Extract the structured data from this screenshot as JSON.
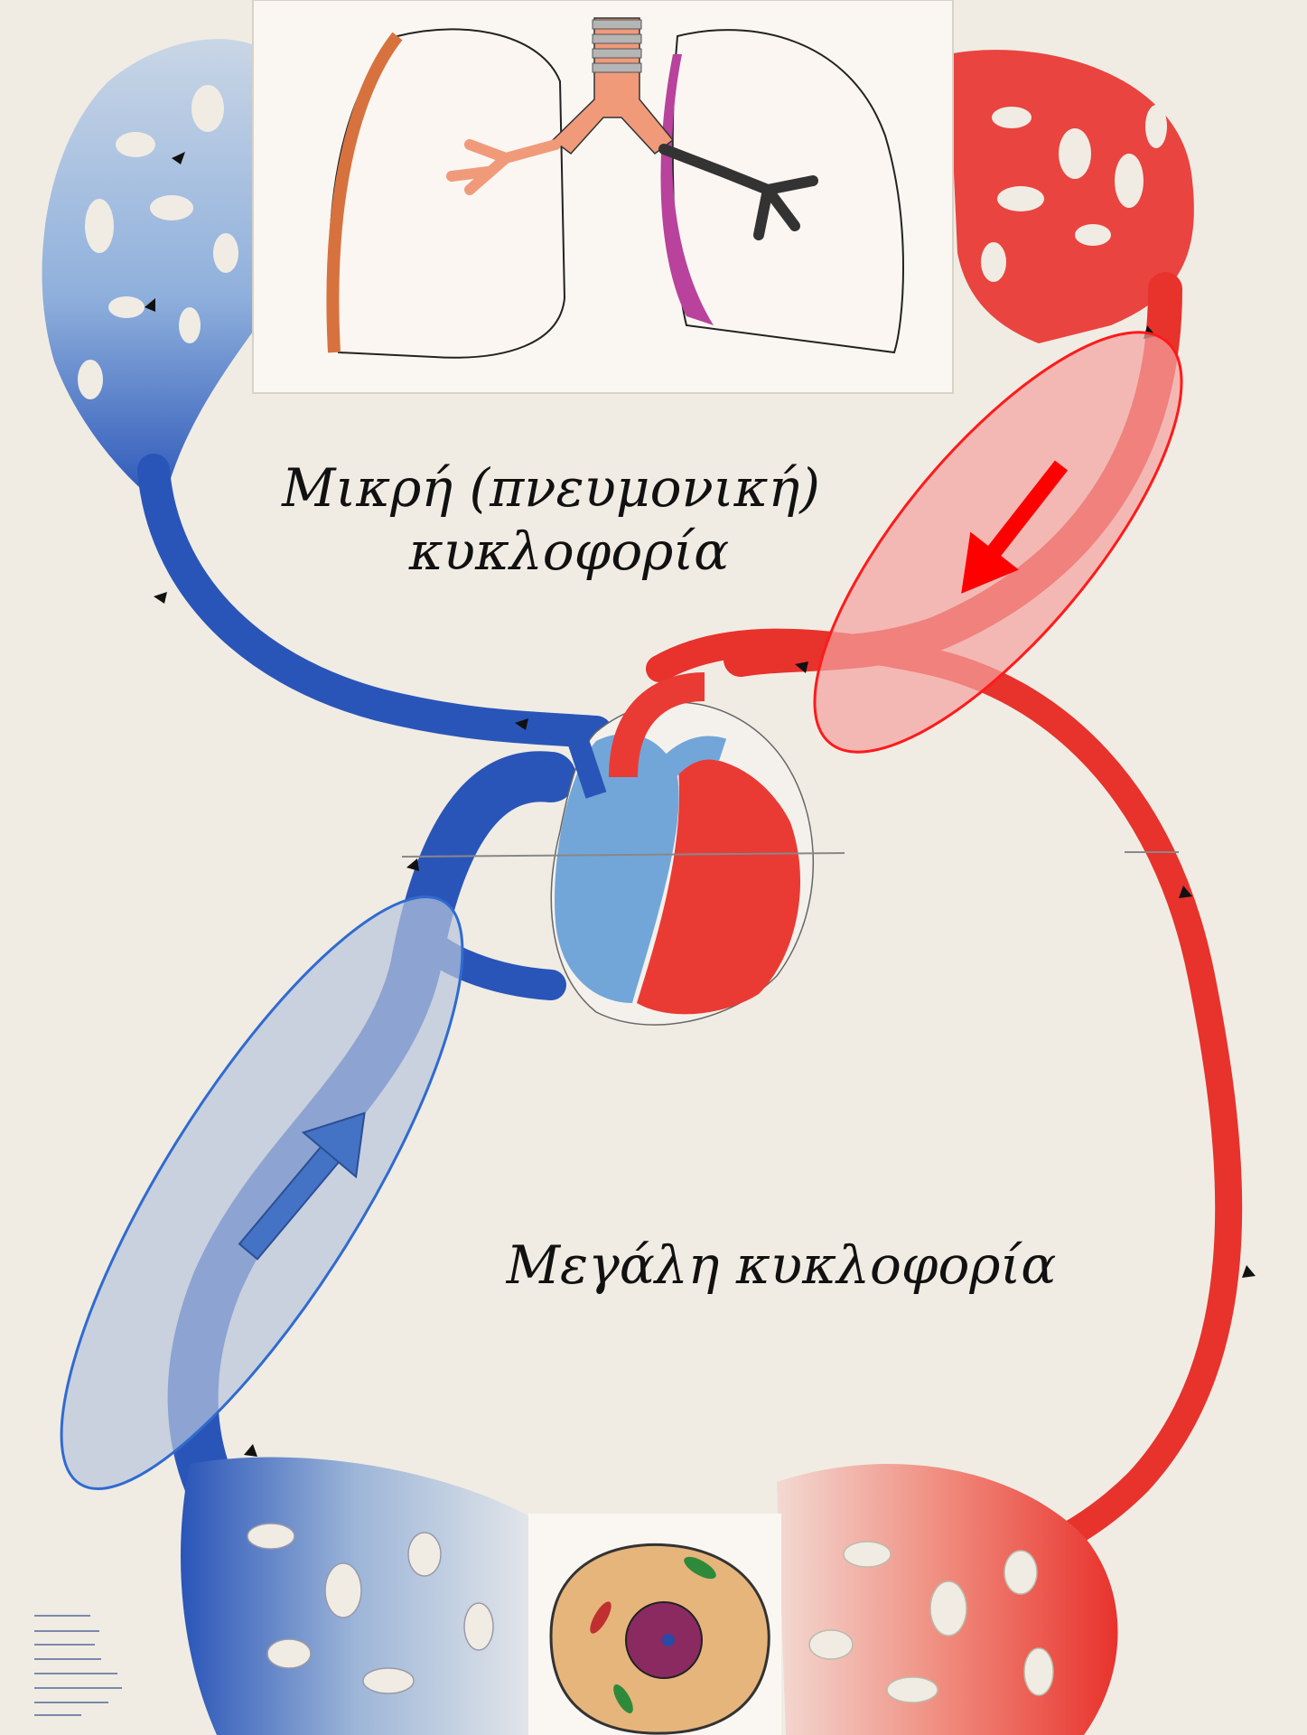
{
  "labels": {
    "pulmonary_line1": "Μικρή (πνευμονική)",
    "pulmonary_line2": "κυκλοφορία",
    "systemic": "Μεγάλη κυκλοφορία"
  },
  "colors": {
    "oxygenated": "#e8322c",
    "deoxygenated": "#2a55b8",
    "paper": "#f0ece4",
    "highlight_red": "#f4a3a0",
    "highlight_blue": "#b8c4dc",
    "arrow_red": "#ff0000",
    "arrow_blue": "#4472c4"
  }
}
